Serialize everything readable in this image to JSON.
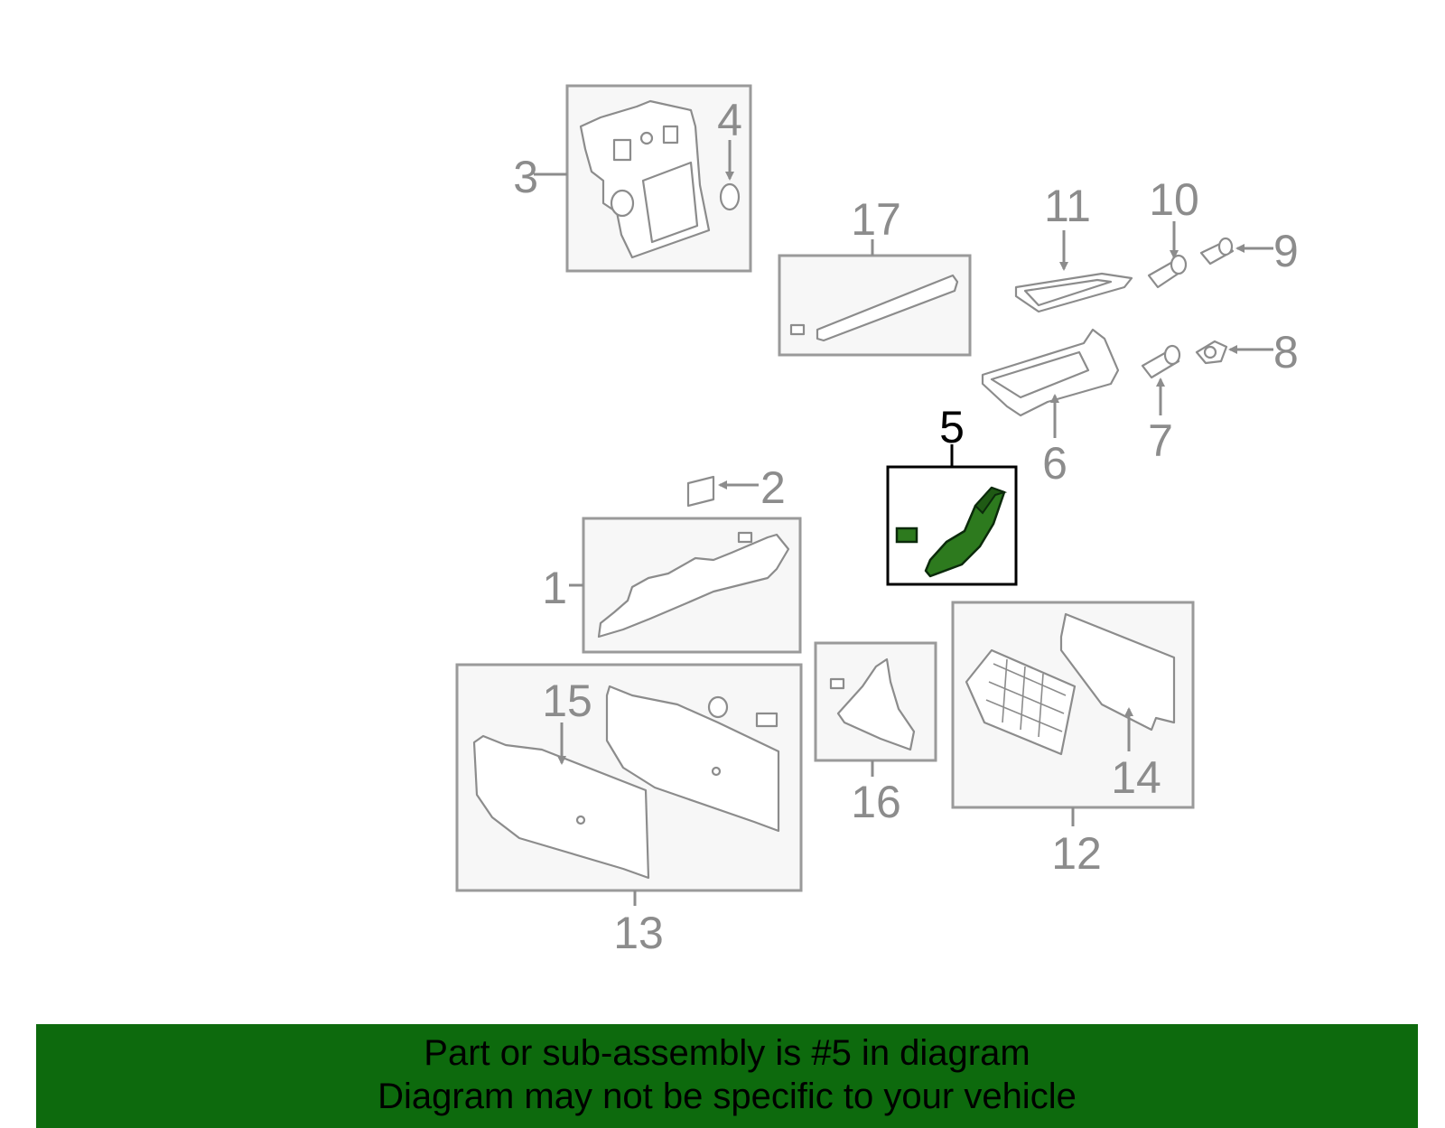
{
  "callouts": {
    "c1": "1",
    "c2": "2",
    "c3": "3",
    "c4": "4",
    "c5": "5",
    "c6": "6",
    "c7": "7",
    "c8": "8",
    "c9": "9",
    "c10": "10",
    "c11": "11",
    "c12": "12",
    "c13": "13",
    "c14": "14",
    "c15": "15",
    "c16": "16",
    "c17": "17"
  },
  "highlight": {
    "part": "5",
    "color": "#1f7a1f"
  },
  "banner": {
    "line1": "Part or sub-assembly is #5 in diagram",
    "line2": "Diagram may not be specific to your vehicle",
    "background": "#0d6a0d"
  }
}
